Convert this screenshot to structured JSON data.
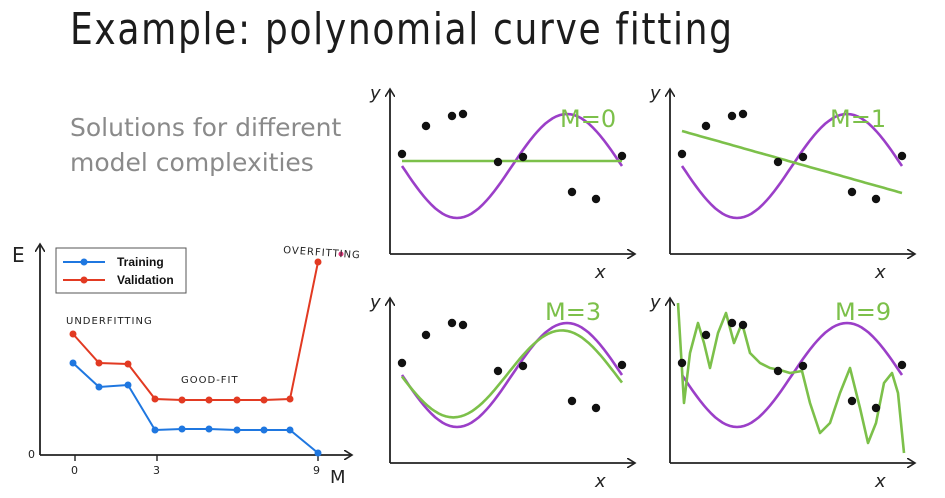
{
  "title": "Example: polynomial curve fitting",
  "subtitle_lines": [
    "Solutions for different",
    "model complexities"
  ],
  "error_plot": {
    "y_axis_label": "E",
    "x_axis_label": "M",
    "zero_label": "0",
    "x_ticks": [
      "0",
      "3",
      "9"
    ],
    "legend": [
      "Training",
      "Validation"
    ],
    "annotations": {
      "underfitting": "UNDERFITTING",
      "good_fit": "GOOD-FIT",
      "overfitting": "OVERFITTING"
    },
    "colors": {
      "training": "#1f77e0",
      "validation": "#e23a22",
      "accent_dot": "#e0357a"
    }
  },
  "panels": [
    {
      "label": "M=0",
      "y_label": "y",
      "x_label": "x"
    },
    {
      "label": "M=1",
      "y_label": "y",
      "x_label": "x"
    },
    {
      "label": "M=3",
      "y_label": "y",
      "x_label": "x"
    },
    {
      "label": "M=9",
      "y_label": "y",
      "x_label": "x"
    }
  ],
  "curve_colors": {
    "true_function": "#9b3fc8",
    "fit": "#7cc04a",
    "points": "#111111"
  }
}
